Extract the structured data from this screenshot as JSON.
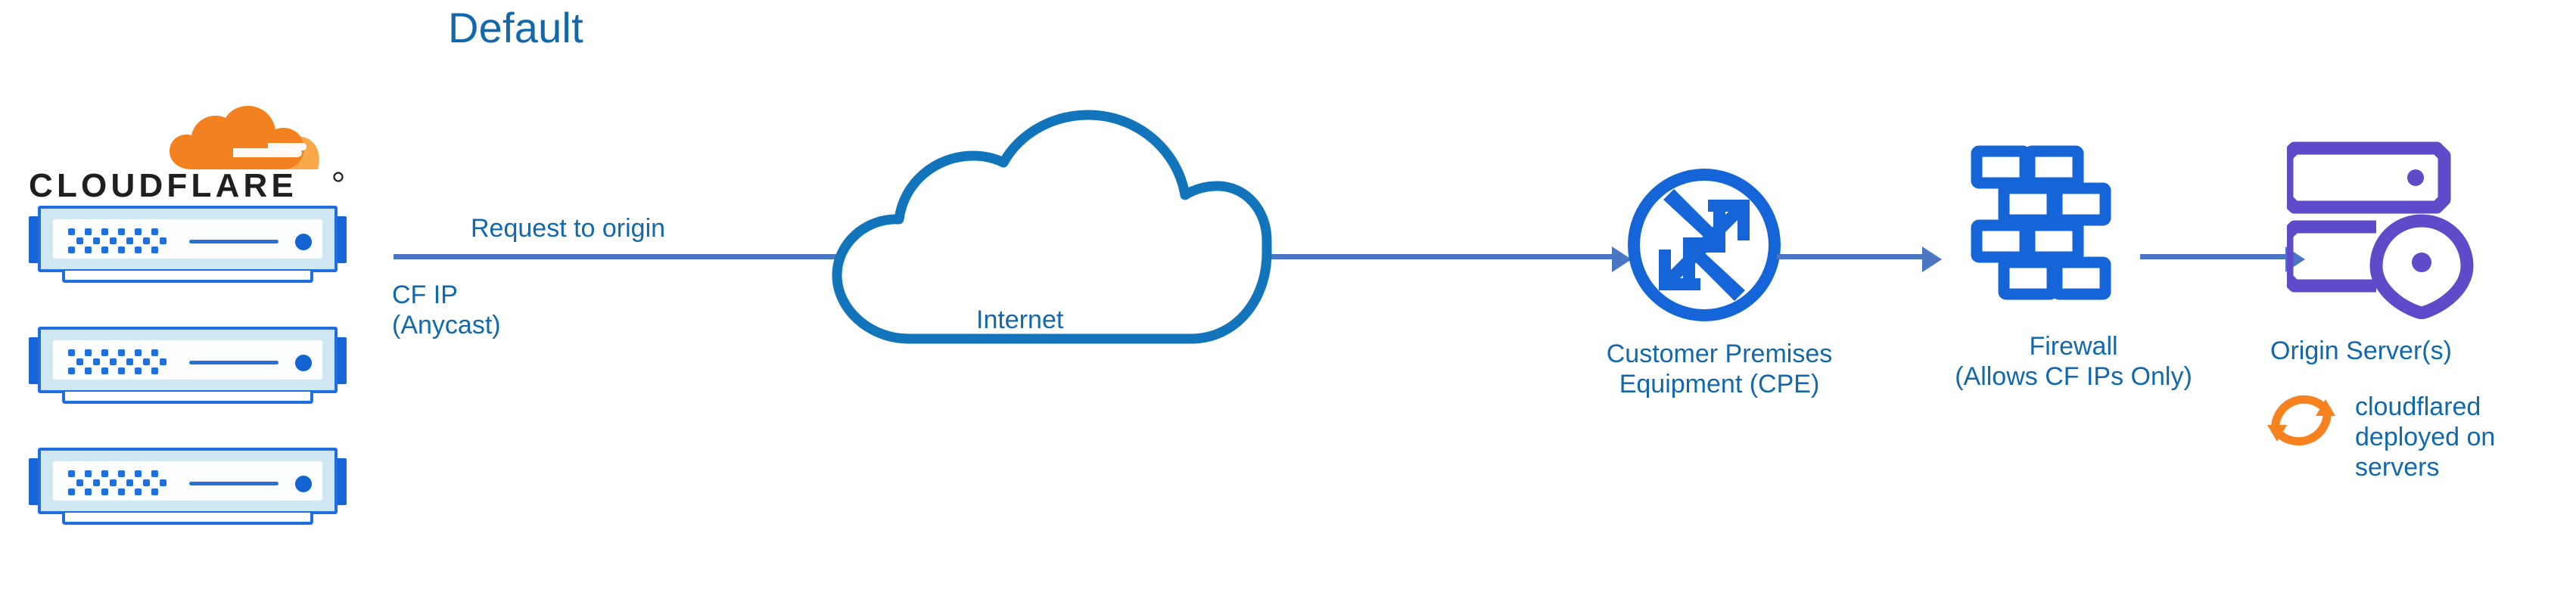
{
  "diagram": {
    "title": "Default",
    "accent_blue": "#1168ad",
    "icon_blue": "#1565d8",
    "connector_blue": "#4a76c4",
    "origin_purple": "#5d4bc9",
    "cloudflare_orange": "#f6821f"
  },
  "nodes": {
    "cloudflare": {
      "brand": "CLOUDFLARE",
      "mark_name": "cloudflare-cloud-mark",
      "ip_label_line1": "CF IP",
      "ip_label_line2": "(Anycast)",
      "server_count": 3
    },
    "internet": {
      "label": "Internet"
    },
    "cpe": {
      "label_line1": "Customer Premises",
      "label_line2": "Equipment (CPE)",
      "icon_name": "router-circle-arrows-icon"
    },
    "firewall": {
      "label_line1": "Firewall",
      "label_line2": "(Allows CF IPs Only)",
      "icon_name": "brick-wall-icon"
    },
    "origin": {
      "label": "Origin Server(s)",
      "icon_name": "server-rack-location-pin-icon",
      "note_line1": "cloudflared",
      "note_line2": "deployed on",
      "note_line3": "servers",
      "note_icon_name": "sync-circular-arrows-icon"
    }
  },
  "edges": {
    "request_label": "Request to origin"
  }
}
